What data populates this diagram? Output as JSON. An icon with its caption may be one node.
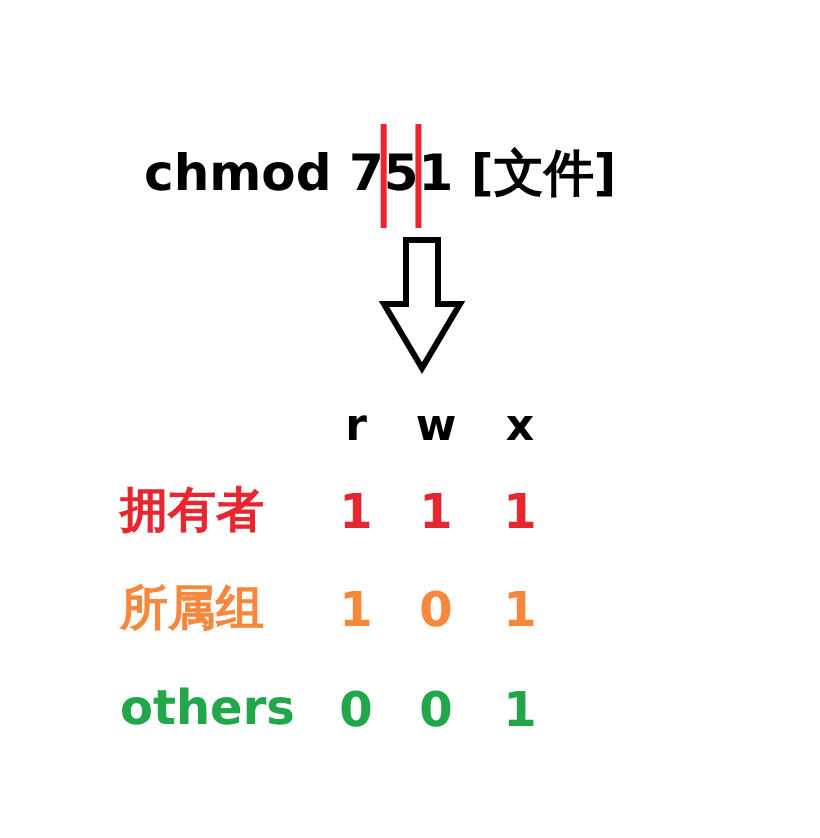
{
  "diagram": {
    "labels": [
      "chmod 751 [文件]",
      "r",
      "w",
      "x",
      "拥有者",
      "1",
      "1",
      "1",
      "所属组",
      "1",
      "0",
      "1",
      "others",
      "0",
      "0",
      "1"
    ]
  }
}
